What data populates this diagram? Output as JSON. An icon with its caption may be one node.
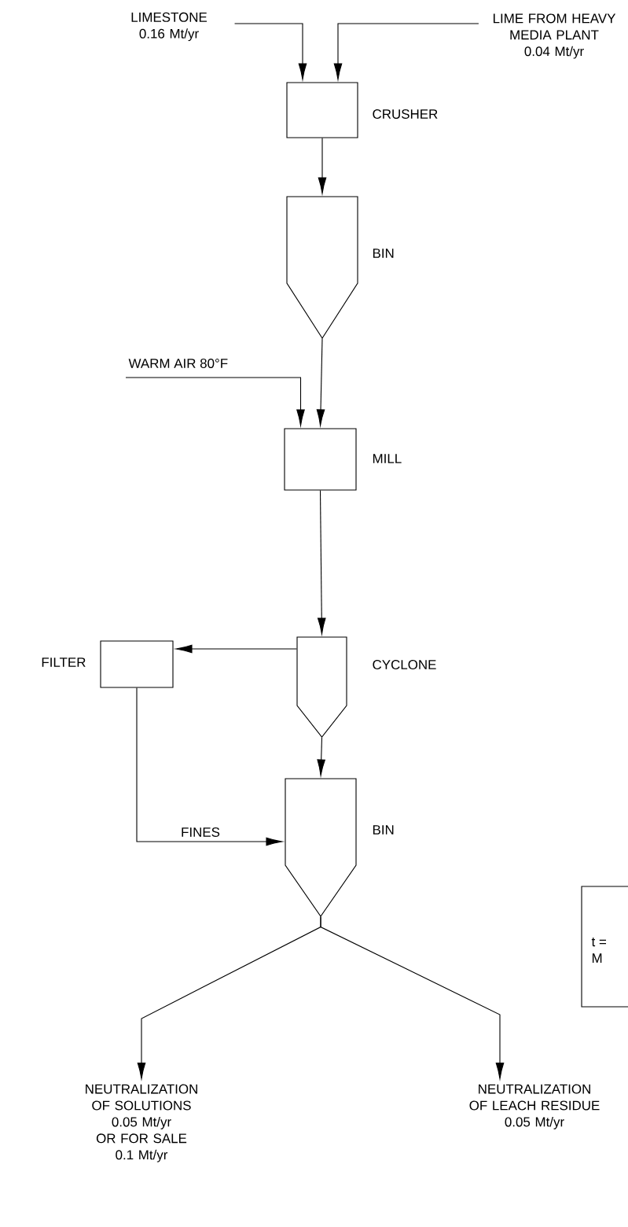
{
  "diagram": {
    "nodes": [
      {
        "text": [
          "LIMESTONE",
          "0.16 Mt/yr"
        ]
      },
      {
        "text": [
          "LIME FROM HEAVY MEDIA PLANT",
          "0.04 Mt/yr"
        ]
      },
      {
        "text": [
          "CRUSHER"
        ]
      },
      {
        "text": [
          "BIN"
        ]
      },
      {
        "text": [
          "WARM AIR  80°F"
        ]
      },
      {
        "text": [
          "MILL"
        ]
      },
      {
        "text": [
          "FILTER"
        ]
      },
      {
        "text": [
          "CYCLONE"
        ]
      },
      {
        "text": [
          "BIN"
        ]
      },
      {
        "text": [
          "NEUTRALIZATION OF SOLUTIONS",
          "0.05 Mt/yr",
          "OR FOR SALE",
          "0.1 Mt/yr"
        ]
      },
      {
        "text": [
          "NEUTRALIZATION OF LEACH RESIDUE",
          "0.05 Mt/yr"
        ]
      },
      {
        "text": [
          "t =",
          "M"
        ]
      }
    ],
    "edges": [
      {
        "from": 0,
        "to": 2,
        "arrow": "to"
      },
      {
        "from": 1,
        "to": 2,
        "arrow": "to"
      },
      {
        "from": 2,
        "to": 3,
        "arrow": "to"
      },
      {
        "from": 3,
        "to": 5,
        "arrow": "to"
      },
      {
        "from": 4,
        "to": 5,
        "arrow": "to"
      },
      {
        "from": 5,
        "to": 7,
        "arrow": "to"
      },
      {
        "from": 7,
        "to": 6,
        "arrow": "to"
      },
      {
        "from": 6,
        "to": 8,
        "arrow": "to",
        "label": "FINES"
      },
      {
        "from": 7,
        "to": 8,
        "arrow": "to"
      },
      {
        "from": 8,
        "to": 9,
        "arrow": "to"
      },
      {
        "from": 8,
        "to": 10,
        "arrow": "to"
      }
    ]
  }
}
